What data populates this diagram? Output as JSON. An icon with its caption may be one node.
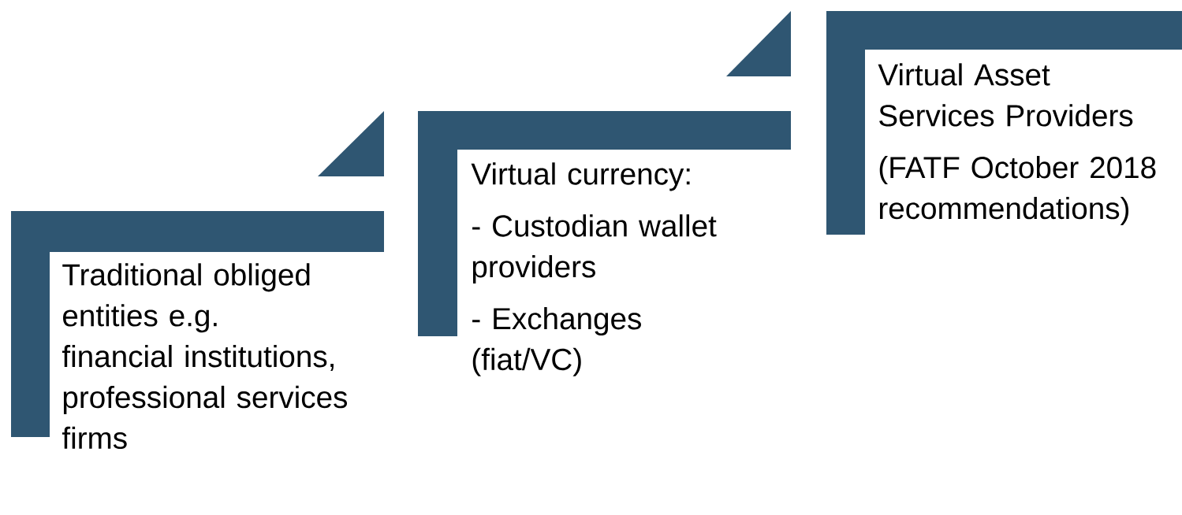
{
  "diagram": {
    "nodes": [
      {
        "text": [
          "Traditional obliged entities e.g. financial institutions, professional services firms"
        ]
      },
      {
        "text": [],
        "shape": "triangle"
      },
      {
        "text": [
          "Virtual currency:",
          "- Custodian wallet providers",
          "- Exchanges (fiat/VC)"
        ]
      },
      {
        "text": [],
        "shape": "triangle"
      },
      {
        "text": [
          "Virtual Asset Services Providers",
          "(FATF October 2018 recommendations)"
        ]
      }
    ]
  }
}
